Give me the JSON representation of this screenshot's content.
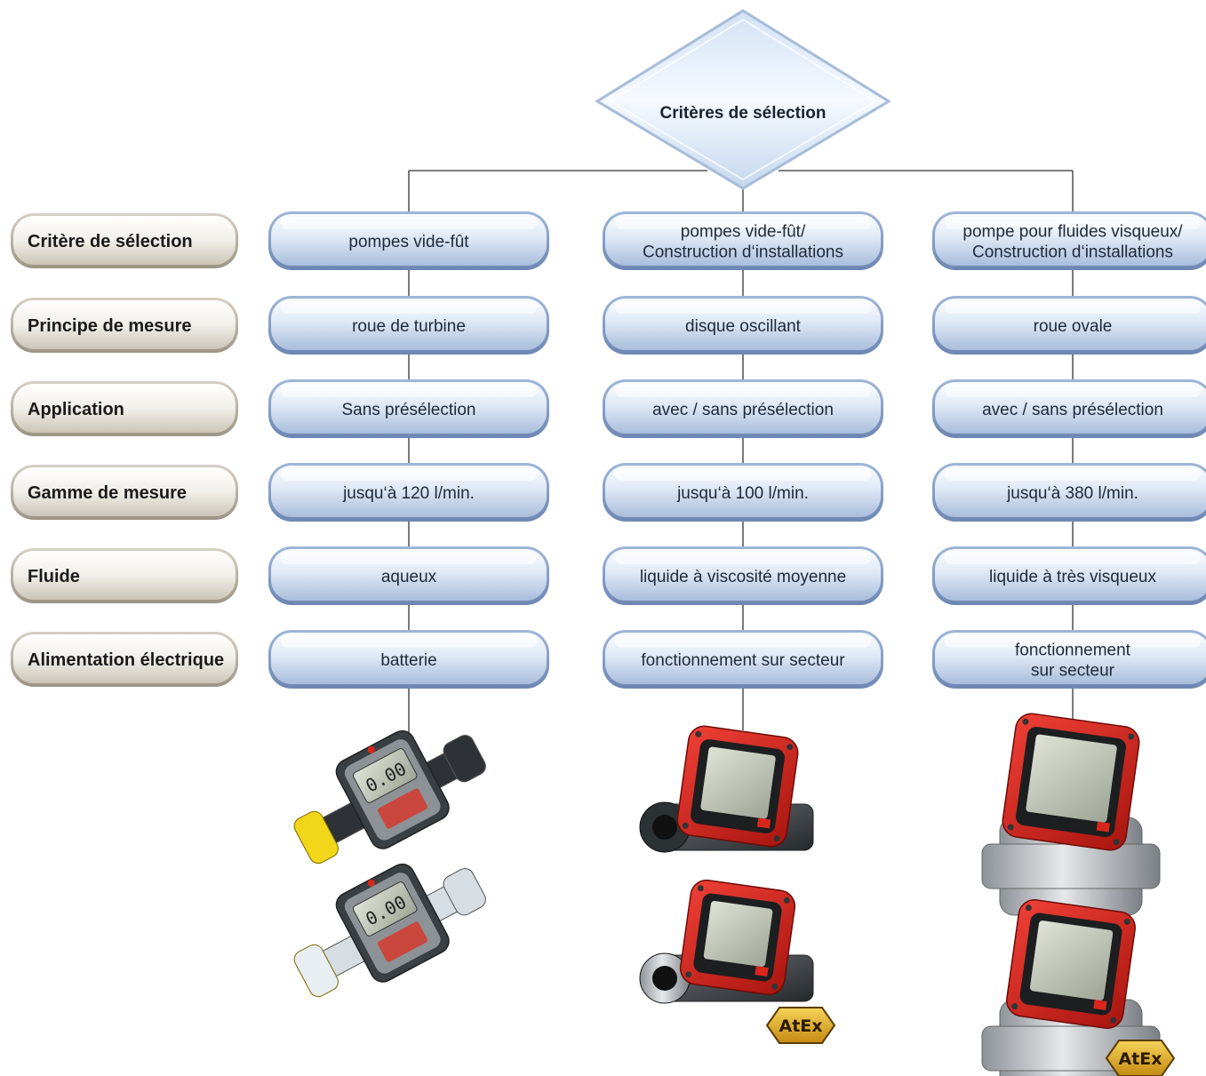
{
  "root": {
    "label": "Critères de sélection"
  },
  "row_labels": [
    "Critère de sélection",
    "Principe de mesure",
    "Application",
    "Gamme de mesure",
    "Fluide",
    "Alimentation électrique"
  ],
  "columns": [
    {
      "cells": [
        [
          "pompes vide-fût"
        ],
        [
          "roue de turbine"
        ],
        [
          "Sans présélection"
        ],
        [
          "jusqu‘à 120 l/min."
        ],
        [
          "aqueux"
        ],
        [
          "batterie"
        ]
      ],
      "products": [
        {
          "icon": "battery-turbine-flowmeter-yellow-icon",
          "display": "0.00"
        },
        {
          "icon": "battery-turbine-flowmeter-white-icon",
          "display": "0.00"
        }
      ]
    },
    {
      "cells": [
        [
          "pompes vide-fût/",
          "Construction d‘installations"
        ],
        [
          "disque oscillant"
        ],
        [
          "avec / sans présélection"
        ],
        [
          "jusqu‘à 100 l/min."
        ],
        [
          "liquide à viscosité moyenne"
        ],
        [
          "fonctionnement sur secteur"
        ]
      ],
      "products": [
        {
          "icon": "oscillating-disc-flowmeter-icon",
          "badge": ""
        },
        {
          "icon": "oscillating-disc-flowmeter-atex-icon",
          "badge": "AtEx"
        }
      ]
    },
    {
      "cells": [
        [
          "pompe pour fluides visqueux/",
          "Construction d‘installations"
        ],
        [
          "roue ovale"
        ],
        [
          "avec / sans présélection"
        ],
        [
          "jusqu‘à 380 l/min."
        ],
        [
          "liquide à très visqueux"
        ],
        [
          "fonctionnement",
          "sur secteur"
        ]
      ],
      "products": [
        {
          "icon": "oval-gear-flowmeter-icon",
          "badge": ""
        },
        {
          "icon": "oval-gear-flowmeter-atex-icon",
          "badge": "AtEx"
        }
      ]
    }
  ],
  "colors": {
    "cell_fill_top": "#f3f7fd",
    "cell_fill_bottom": "#b7c9e4",
    "label_fill_top": "#ffffff",
    "label_fill_bottom": "#d8d3c8",
    "connector": "#333333",
    "meter_red": "#d8261c",
    "meter_dark": "#2b2f33",
    "atex_gold": "#e8b423"
  }
}
